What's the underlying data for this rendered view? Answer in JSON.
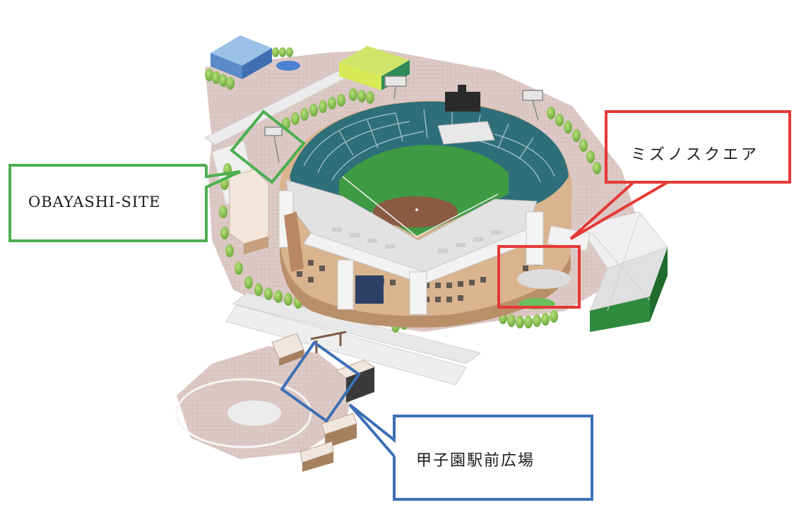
{
  "callouts": {
    "obayashi": {
      "label": "OBAYASHI-SITE",
      "color": "#4caf50"
    },
    "mizuno": {
      "label": "ミズノスクエア",
      "color": "#e53935"
    },
    "koshien": {
      "label": "甲子園駅前広場",
      "color": "#3d6fb6"
    }
  },
  "colors": {
    "plaza": "#d9c4c0",
    "seats": "#2f6f7a",
    "field_grass": "#3f9a44",
    "infield_dirt": "#8a5a42",
    "facade": "#d7b38f",
    "roof": "#e6e6e6",
    "trees": "#8cc63f"
  }
}
